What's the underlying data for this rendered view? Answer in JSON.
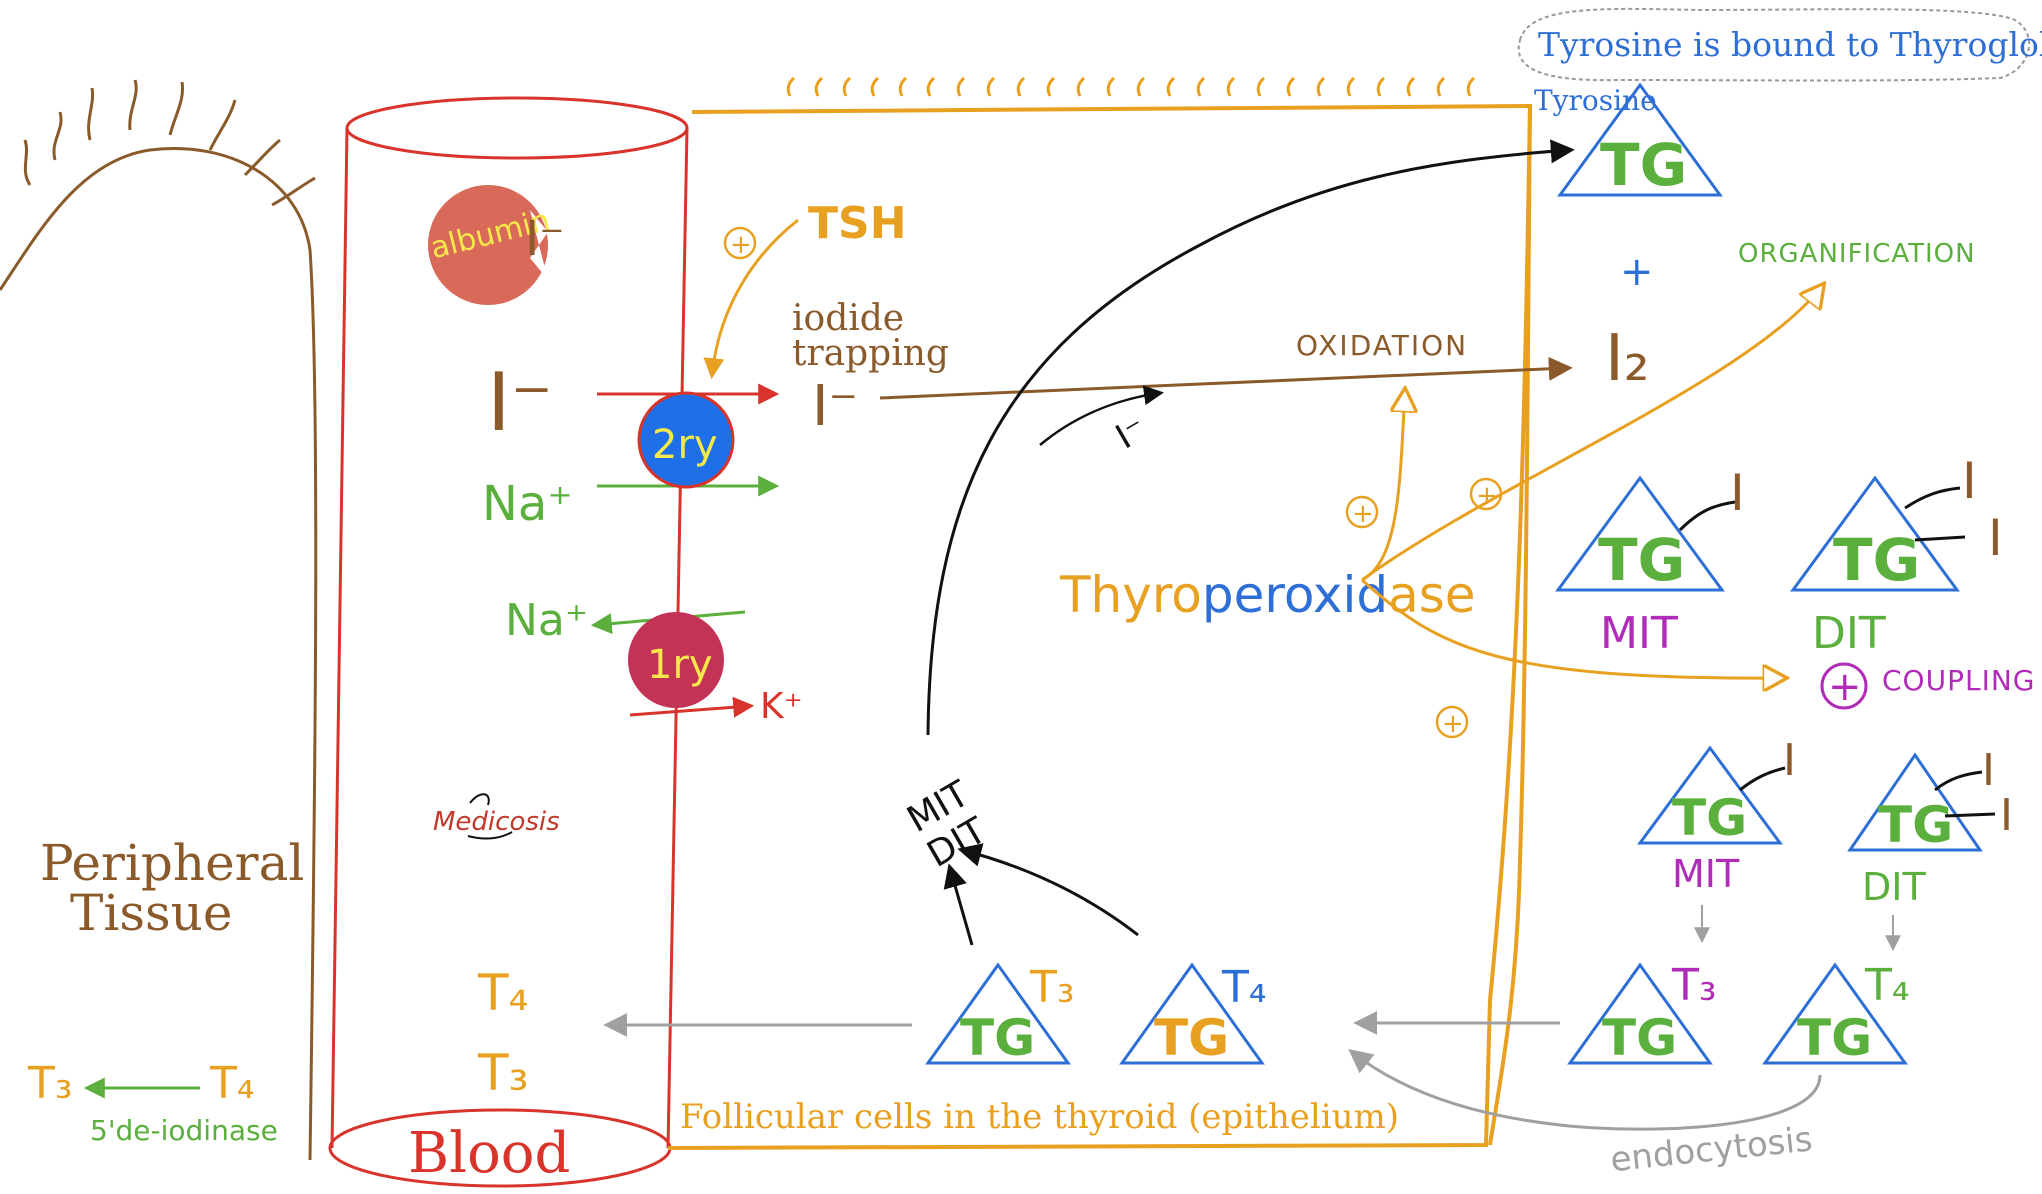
{
  "colors": {
    "brown": "#8B5A2B",
    "red": "#D9342B",
    "orange": "#E8A020",
    "green": "#5BAF3C",
    "blue": "#2E6FD6",
    "purple": "#B02BB8",
    "gray": "#A0A0A0",
    "black": "#111111",
    "pump_red": "#C23355",
    "channel_blue": "#1F6FE8",
    "albumin": "#D96A5A",
    "yellow": "#F5E84A"
  },
  "icons": [
    "tyrosine-bound-callout",
    "albumin-icon",
    "secondary-transporter-icon",
    "primary-pump-icon",
    "medicosis-logo"
  ],
  "labels": {
    "tyrosine_bound": "Tyrosine is bound to Thyroglobulin",
    "tyrosine": "Tyrosine",
    "tg": "TG",
    "plus": "+",
    "iodine_i2": "I₂",
    "organification": "ORGANIFICATION",
    "oxidation": "OXIDATION",
    "iodide_trapping": [
      "iodide",
      "trapping"
    ],
    "iodide_ion": "I⁻",
    "iodide_cell": "I⁻",
    "tsh": "TSH",
    "thyroperoxidase": [
      "Thyro",
      "peroxid",
      "ase"
    ],
    "mit": "MIT",
    "dit": "DIT",
    "coupling": "COUPLING",
    "i_atom": "I",
    "t3": "T₃",
    "t4": "T₄",
    "endocytosis": "endocytosis",
    "follicular_cells": "Follicular cells in the thyroid (epithelium)",
    "blood": "Blood",
    "albumin": "albumin",
    "albumin_iodide": "I⁻",
    "iodide_blood": "I⁻",
    "na_plus": "Na⁺",
    "k_plus": "K⁺",
    "secondary": "2ry",
    "primary": "1ry",
    "medicosis": "Medicosis",
    "peripheral_tissue": [
      "Peripheral",
      "Tissue"
    ],
    "deiodinase": "5'de-iodinase",
    "plus_circle": "+",
    "mit_dit_vertical": [
      "MIT",
      "DIT"
    ]
  }
}
